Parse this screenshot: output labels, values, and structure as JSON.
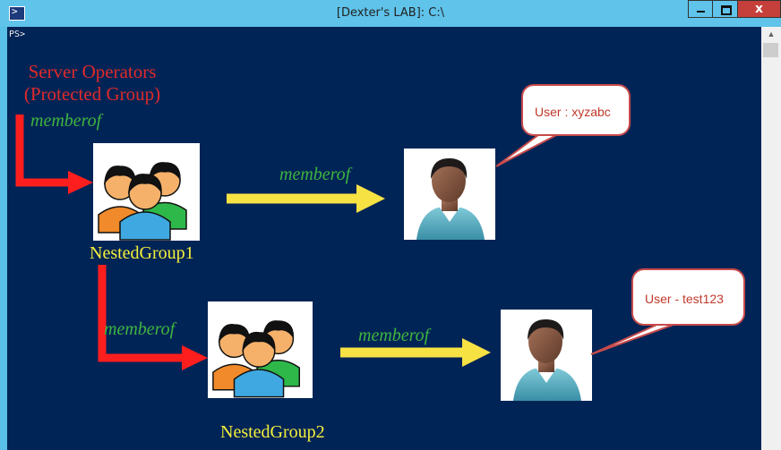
{
  "window": {
    "title": "[Dexter's LAB]: C:\\",
    "icon": "powershell-icon",
    "buttons": {
      "minimize": "minimize-icon",
      "maximize": "maximize-icon",
      "close": "x",
      "close_icon": "close-icon"
    }
  },
  "console": {
    "prompt": "PS>",
    "background": "#012456"
  },
  "diagram": {
    "protected_group": {
      "line1": "Server Operators",
      "line2": "(Protected Group)"
    },
    "edge_labels": [
      "memberof",
      "memberof",
      "memberof",
      "memberof"
    ],
    "groups": [
      "NestedGroup1",
      "NestedGroup2"
    ],
    "callouts": [
      "User : xyzabc",
      "User - test123"
    ],
    "colors": {
      "red_arrow": "#ff1e1e",
      "yellow_arrow": "#f7e244",
      "memberof_text": "#3fb53f",
      "group_label": "#f5f03a",
      "protected_label": "#e02a2a"
    }
  }
}
